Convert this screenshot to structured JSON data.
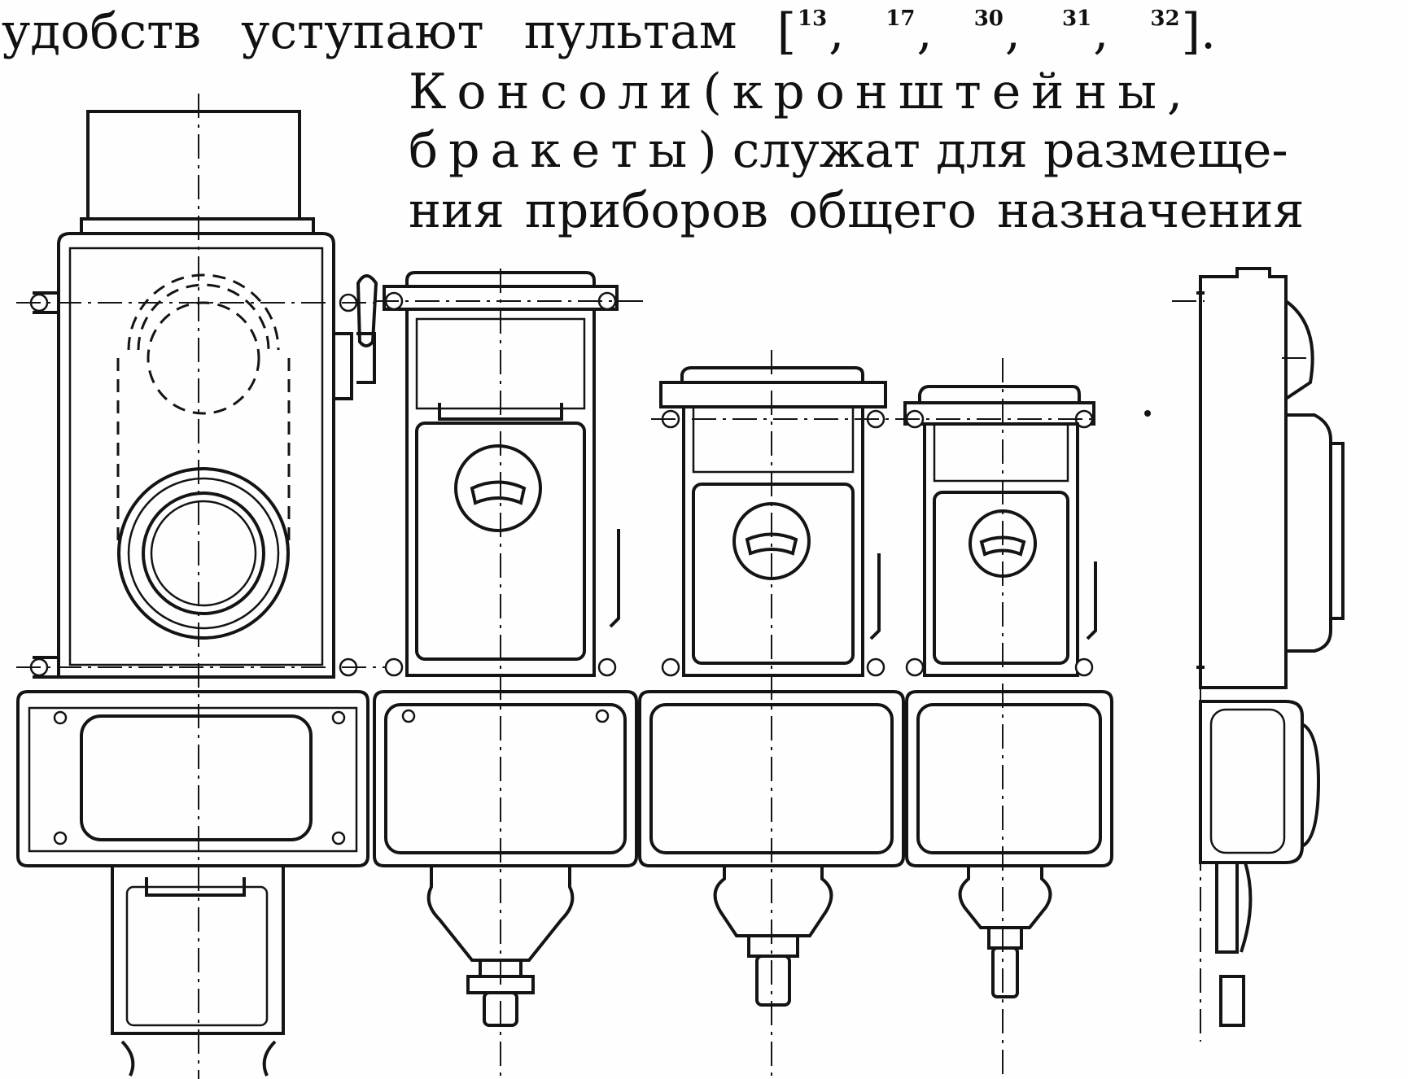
{
  "text": {
    "line1_main": "удобств уступают пультам [",
    "refs": [
      "13",
      "17",
      "30",
      "31",
      "32"
    ],
    "line1_end": "].",
    "line2": "Консоли(кронштейны,",
    "line3_spaced": "бракеты",
    "line3_rest": ") служат для размеще-",
    "line4": "ния приборов общего назначения"
  },
  "figure": {
    "views": [
      "large-lamp-console",
      "meter-unit-1",
      "meter-unit-2",
      "meter-unit-3",
      "side-view"
    ]
  }
}
